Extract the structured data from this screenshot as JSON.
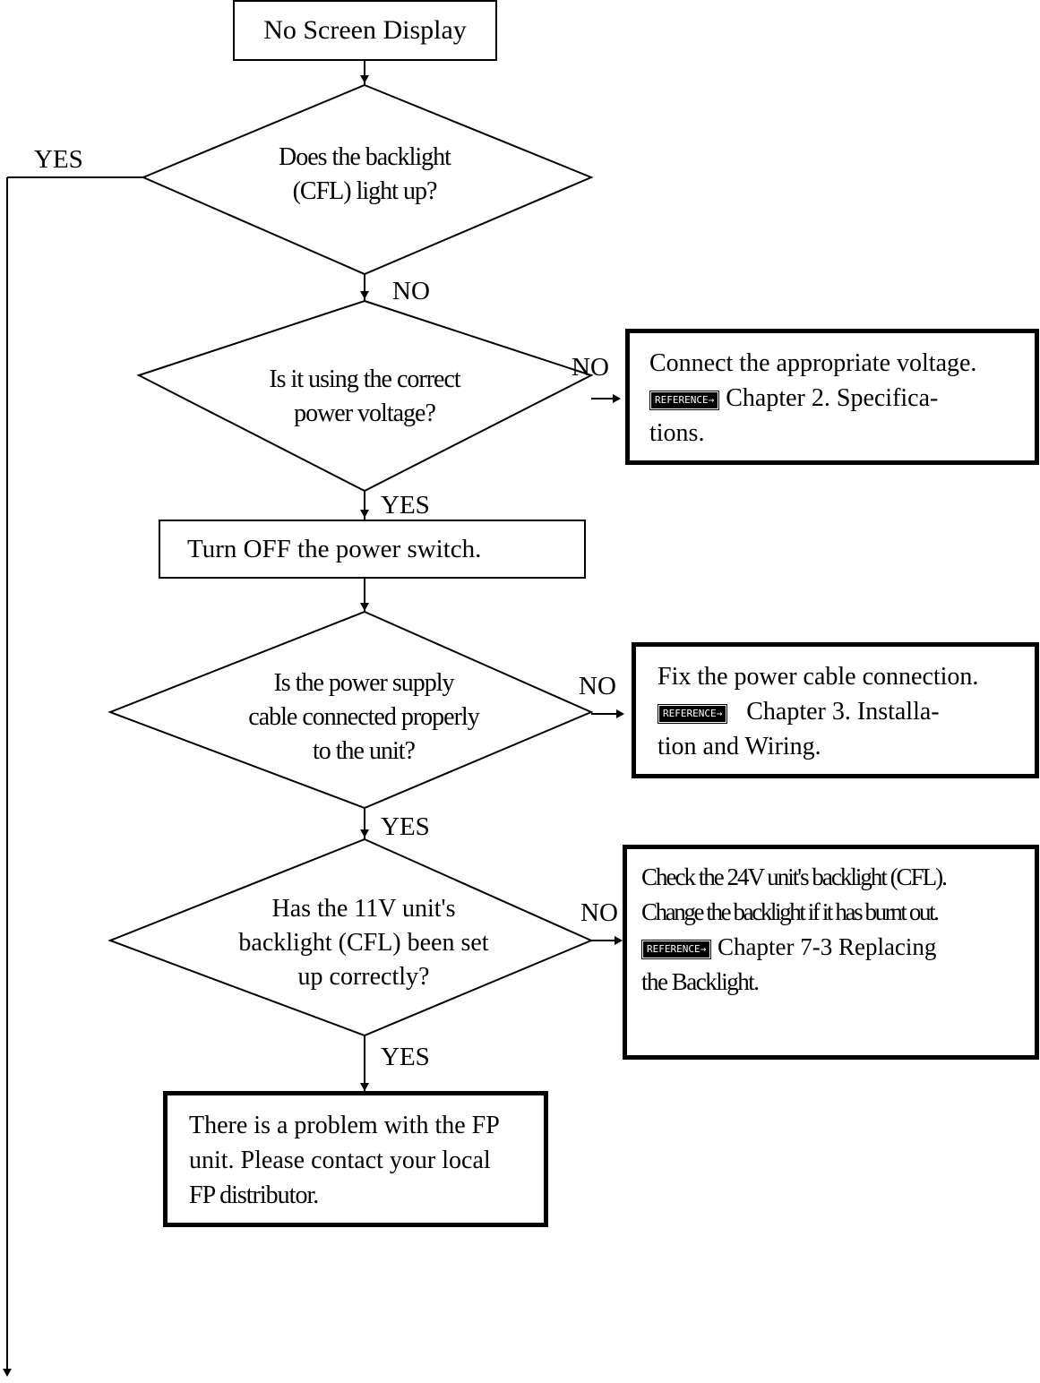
{
  "start": "No Screen Display",
  "q1": {
    "line1": "Does the backlight",
    "line2": "(CFL) light up?",
    "yes_label": "YES",
    "no_label": "NO"
  },
  "q2": {
    "line1": "Is it using the correct",
    "line2": "power voltage?",
    "no_label": "NO",
    "yes_label": "YES"
  },
  "r2": {
    "line1": "Connect the appropriate voltage.",
    "ref_text": "Chapter 2. Specifica-",
    "line3": "tions."
  },
  "step_off": "Turn OFF the power switch.",
  "q3": {
    "line1": "Is the power supply",
    "line2": "cable connected properly",
    "line3": "to the unit?",
    "no_label": "NO",
    "yes_label": "YES"
  },
  "r3": {
    "line1": "Fix the power cable connection.",
    "ref_text": "Chapter 3. Installa-",
    "line3": "tion and Wiring."
  },
  "q4": {
    "line1": "Has the 11V unit's",
    "line2": "backlight (CFL) been set",
    "line3": "up correctly?",
    "no_label": "NO",
    "yes_label": "YES"
  },
  "r4": {
    "line1": "Check the 24V unit's backlight (CFL).",
    "line2": "Change the backlight if it has burnt out.",
    "ref_text": "Chapter 7-3 Replacing",
    "line4": "the Backlight."
  },
  "final": {
    "line1": "There is a problem with the FP",
    "line2": "unit.  Please contact your local",
    "line3": "FP distributor."
  },
  "reference_badge": "REFERENCE→"
}
